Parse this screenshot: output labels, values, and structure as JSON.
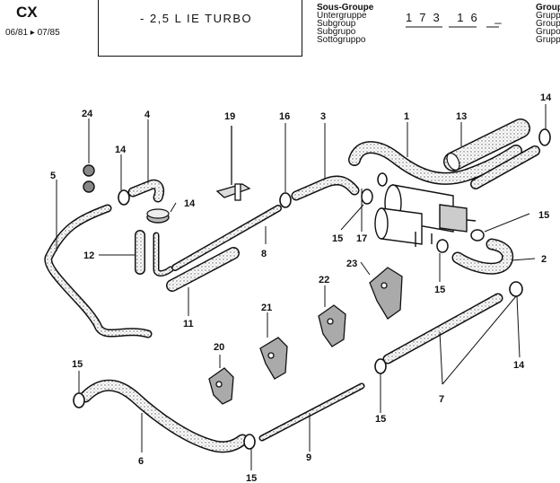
{
  "header": {
    "model": "CX",
    "production_dates": "06/81 ▸ 07/85",
    "engine": "- 2,5 L  IE  TURBO",
    "subgroup_labels": [
      "Sous-Groupe",
      "Untergruppe",
      "Subgroup",
      "Subgrupo",
      "Sottogruppo"
    ],
    "subgroup_number": "173 16 _",
    "group_labels": [
      "Group",
      "Grupp",
      "Group",
      "Grupo",
      "Grupp"
    ]
  },
  "callouts": {
    "c1": "1",
    "c2": "2",
    "c3": "3",
    "c4": "4",
    "c5": "5",
    "c6": "6",
    "c7": "7",
    "c8": "8",
    "c9": "9",
    "c11": "11",
    "c12": "12",
    "c13": "13",
    "c14a": "14",
    "c14b": "14",
    "c14c": "14",
    "c14d": "14",
    "c15a": "15",
    "c15b": "15",
    "c15c": "15",
    "c15d": "15",
    "c15e": "15",
    "c15f": "15",
    "c16": "16",
    "c17": "17",
    "c19": "19",
    "c20": "20",
    "c21": "21",
    "c22": "22",
    "c23": "23",
    "c24": "24"
  },
  "colors": {
    "ink": "#111111",
    "paper": "#ffffff",
    "stipple": "#7a7a7a"
  }
}
